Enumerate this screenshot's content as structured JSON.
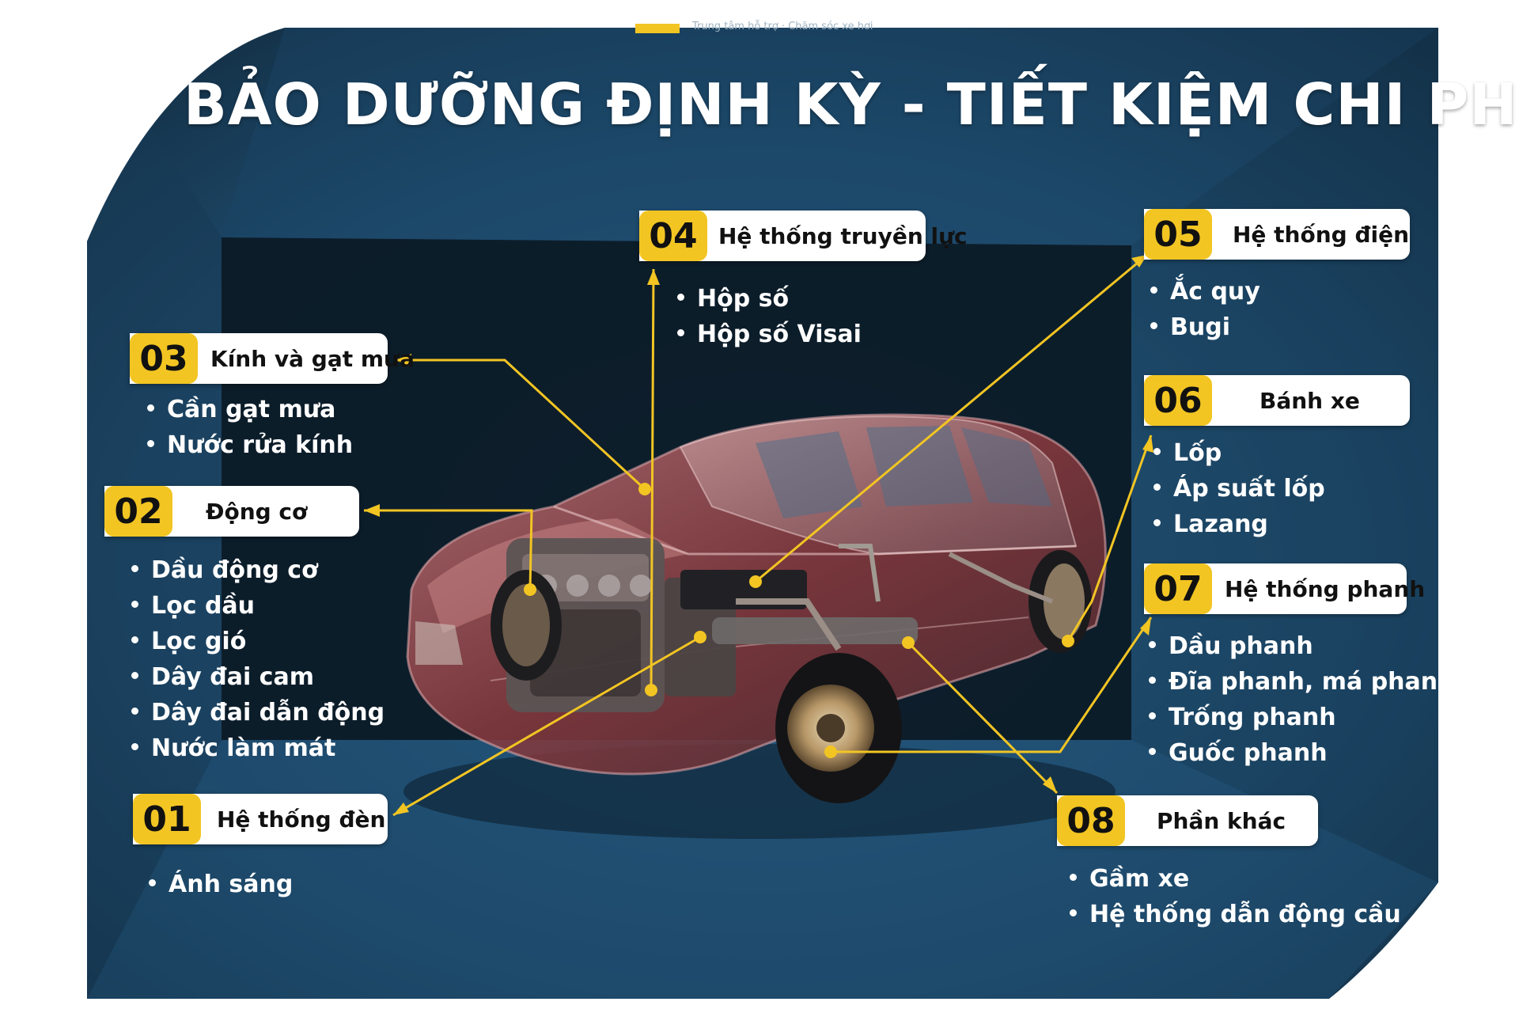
{
  "header": {
    "top_small_text": "Trung tâm hỗ trợ · Chăm sóc xe hơi",
    "title": "BẢO DƯỠNG ĐỊNH KỲ - TIẾT KIỆM CHI PHÍ"
  },
  "colors": {
    "accent_yellow": "#f2c523",
    "background_blue": "#1e4a6b",
    "background_dark": "#0c1a26",
    "label_white": "#ffffff",
    "car_body_red": "#8a3a3e"
  },
  "sections": [
    {
      "num": "01",
      "name": "Hệ thống đèn",
      "items": [
        "Ánh sáng"
      ]
    },
    {
      "num": "02",
      "name": "Động cơ",
      "items": [
        "Dầu động cơ",
        "Lọc dầu",
        "Lọc gió",
        "Dây đai cam",
        "Dây đai dẫn động",
        "Nước làm mát"
      ]
    },
    {
      "num": "03",
      "name": "Kính và gạt mưa",
      "items": [
        "Cần gạt mưa",
        "Nước rửa kính"
      ]
    },
    {
      "num": "04",
      "name": "Hệ thống truyền lực",
      "items": [
        "Hộp số",
        "Hộp số Visai"
      ]
    },
    {
      "num": "05",
      "name": "Hệ thống điện",
      "items": [
        "Ắc quy",
        "Bugi"
      ]
    },
    {
      "num": "06",
      "name": "Bánh xe",
      "items": [
        "Lốp",
        "Áp suất lốp",
        "Lazang"
      ]
    },
    {
      "num": "07",
      "name": "Hệ thống phanh",
      "items": [
        "Dầu phanh",
        "Đĩa phanh, má phanh",
        "Trống phanh",
        "Guốc phanh"
      ]
    },
    {
      "num": "08",
      "name": "Phần khác",
      "items": [
        "Gầm xe",
        "Hệ thống dẫn động cầu"
      ]
    }
  ],
  "illustration": {
    "icon": "car-cutaway-illustration"
  }
}
